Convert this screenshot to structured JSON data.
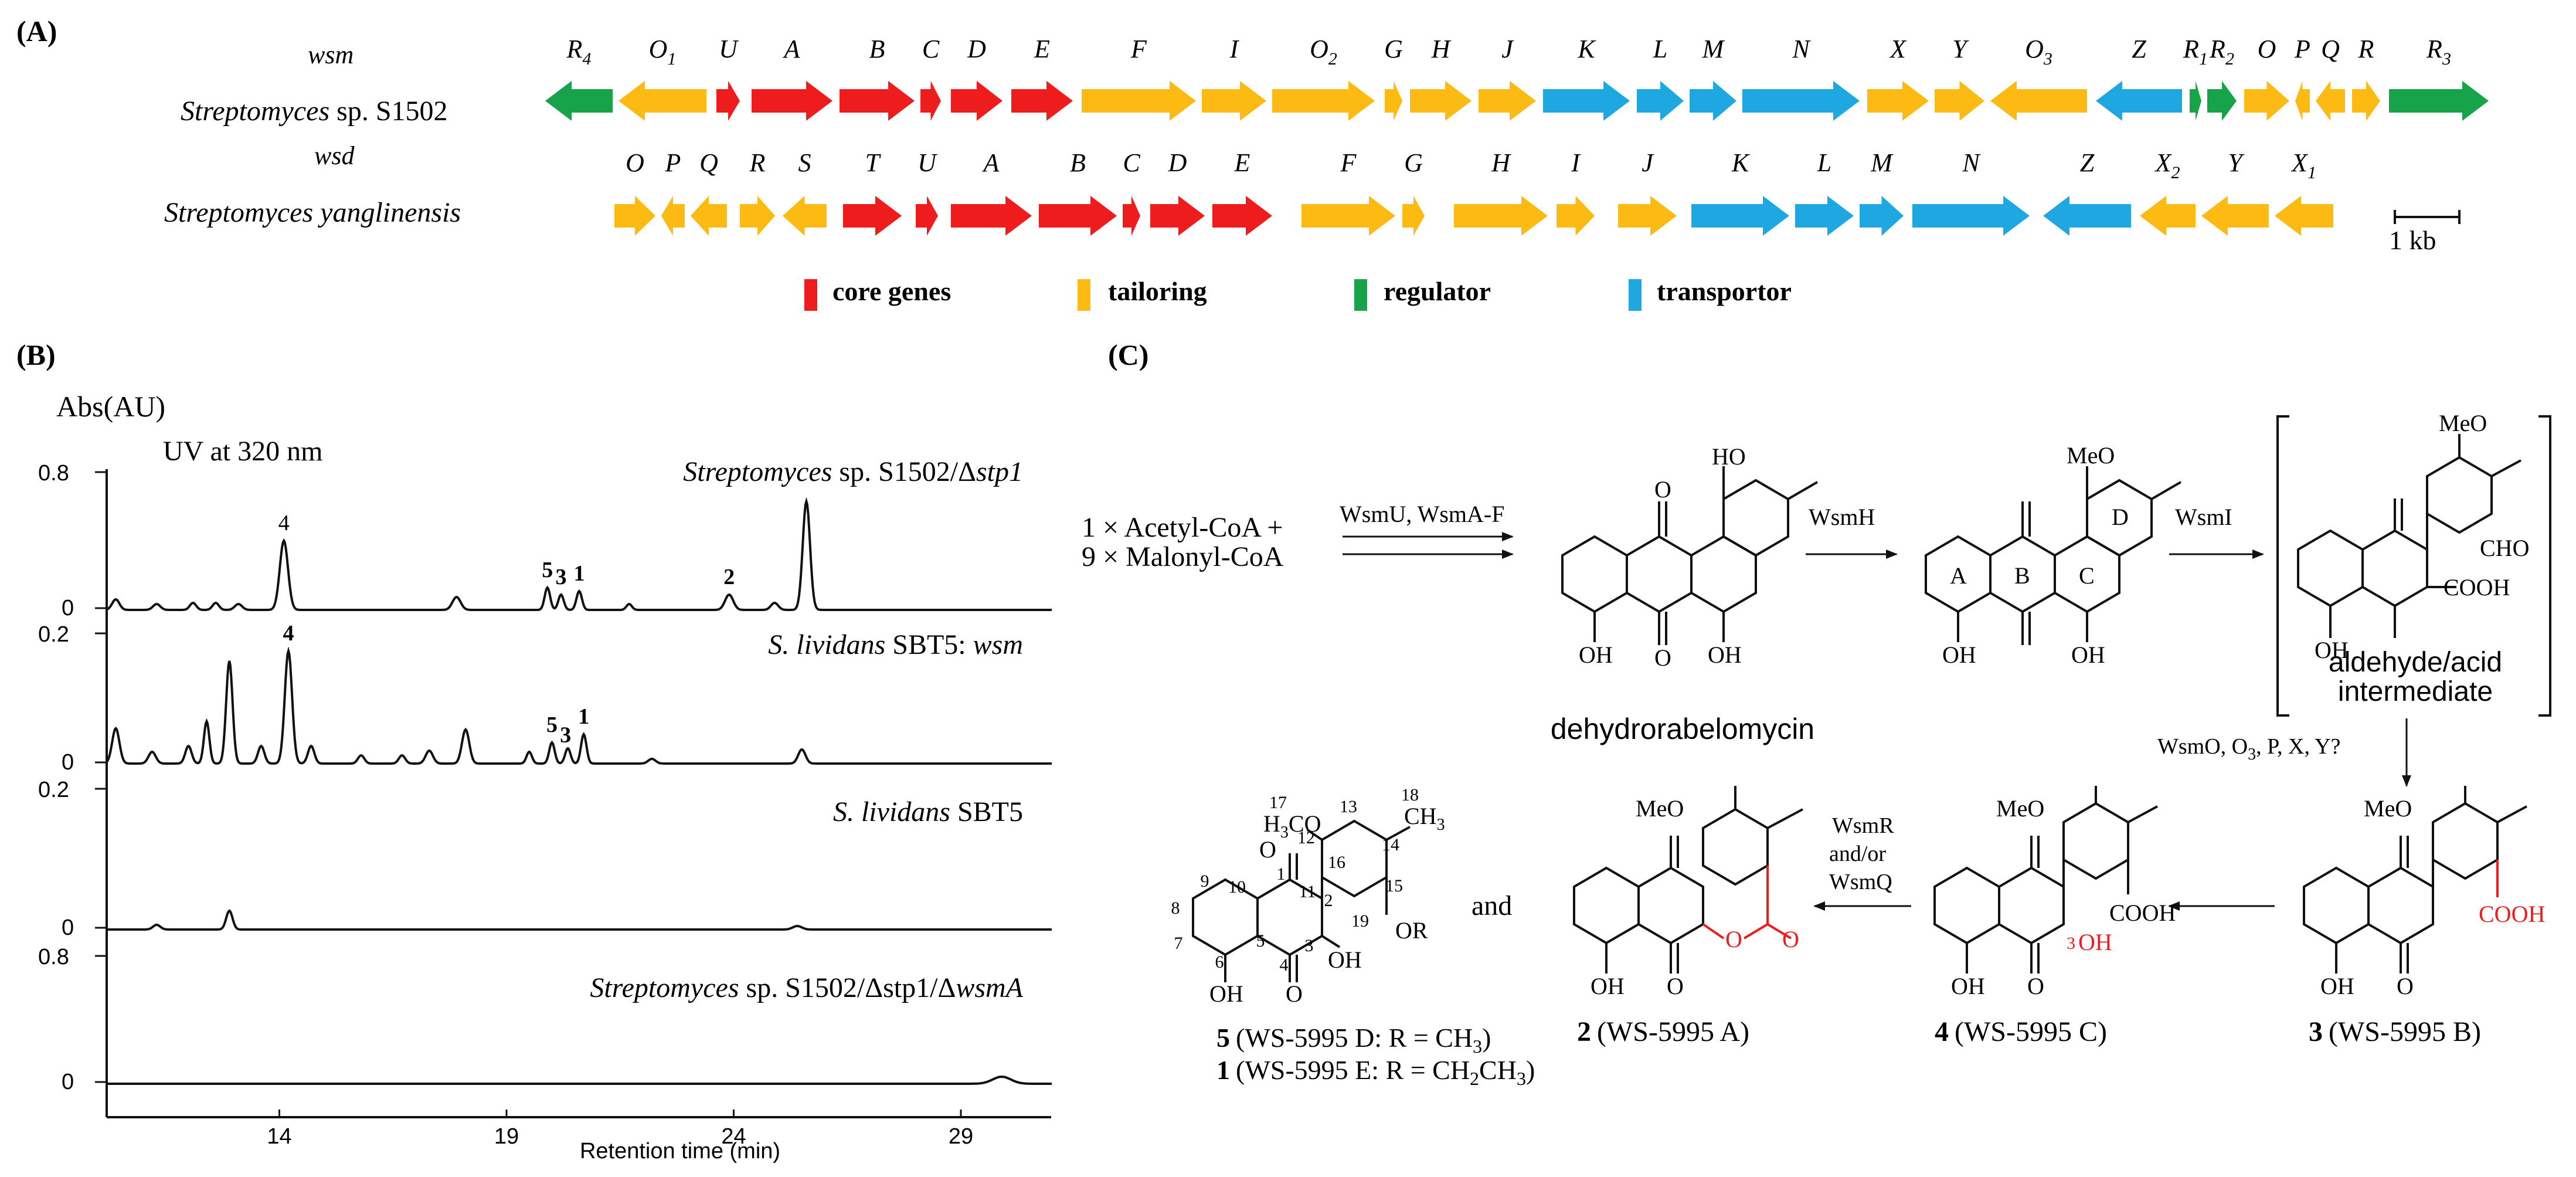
{
  "panel_labels": {
    "a": "(A)",
    "b": "(B)",
    "c": "(C)"
  },
  "colors": {
    "core": "#ee1c1c",
    "tailoring": "#fcba12",
    "regulator": "#16a34a",
    "transporter": "#1fa7e1"
  },
  "clusters": {
    "wsm": {
      "name": "wsm",
      "organism_prefix": "Streptomyces",
      "organism_suffix": "sp. S1502",
      "genes": [
        {
          "label": "R",
          "sub": "4",
          "type": "regulator",
          "dir": "left"
        },
        {
          "label": "O",
          "sub": "1",
          "type": "tailoring",
          "dir": "left"
        },
        {
          "label": "U",
          "sub": "",
          "type": "core",
          "dir": "right"
        },
        {
          "label": "A",
          "sub": "",
          "type": "core",
          "dir": "right"
        },
        {
          "label": "B",
          "sub": "",
          "type": "core",
          "dir": "right"
        },
        {
          "label": "C",
          "sub": "",
          "type": "core",
          "dir": "right"
        },
        {
          "label": "D",
          "sub": "",
          "type": "core",
          "dir": "right"
        },
        {
          "label": "E",
          "sub": "",
          "type": "core",
          "dir": "right"
        },
        {
          "label": "F",
          "sub": "",
          "type": "tailoring",
          "dir": "right"
        },
        {
          "label": "I",
          "sub": "",
          "type": "tailoring",
          "dir": "right"
        },
        {
          "label": "O",
          "sub": "2",
          "type": "tailoring",
          "dir": "right"
        },
        {
          "label": "G",
          "sub": "",
          "type": "tailoring",
          "dir": "right"
        },
        {
          "label": "H",
          "sub": "",
          "type": "tailoring",
          "dir": "right"
        },
        {
          "label": "J",
          "sub": "",
          "type": "tailoring",
          "dir": "right"
        },
        {
          "label": "K",
          "sub": "",
          "type": "transporter",
          "dir": "right"
        },
        {
          "label": "L",
          "sub": "",
          "type": "transporter",
          "dir": "right"
        },
        {
          "label": "M",
          "sub": "",
          "type": "transporter",
          "dir": "right"
        },
        {
          "label": "N",
          "sub": "",
          "type": "transporter",
          "dir": "right"
        },
        {
          "label": "X",
          "sub": "",
          "type": "tailoring",
          "dir": "right"
        },
        {
          "label": "Y",
          "sub": "",
          "type": "tailoring",
          "dir": "right"
        },
        {
          "label": "O",
          "sub": "3",
          "type": "tailoring",
          "dir": "left"
        },
        {
          "label": "Z",
          "sub": "",
          "type": "transporter",
          "dir": "left"
        },
        {
          "label": "R",
          "sub": "1",
          "type": "regulator",
          "dir": "right"
        },
        {
          "label": "R",
          "sub": "2",
          "type": "regulator",
          "dir": "right"
        },
        {
          "label": "O",
          "sub": "",
          "type": "tailoring",
          "dir": "right"
        },
        {
          "label": "P",
          "sub": "",
          "type": "tailoring",
          "dir": "left"
        },
        {
          "label": "Q",
          "sub": "",
          "type": "tailoring",
          "dir": "left"
        },
        {
          "label": "R",
          "sub": "",
          "type": "tailoring",
          "dir": "right"
        },
        {
          "label": "R",
          "sub": "3",
          "type": "regulator",
          "dir": "right"
        }
      ]
    },
    "wsd": {
      "name": "wsd",
      "organism": "Streptomyces yanglinensis",
      "genes": [
        {
          "label": "O",
          "sub": "",
          "type": "tailoring",
          "dir": "right"
        },
        {
          "label": "P",
          "sub": "",
          "type": "tailoring",
          "dir": "left"
        },
        {
          "label": "Q",
          "sub": "",
          "type": "tailoring",
          "dir": "left"
        },
        {
          "label": "R",
          "sub": "",
          "type": "tailoring",
          "dir": "right"
        },
        {
          "label": "S",
          "sub": "",
          "type": "tailoring",
          "dir": "left"
        },
        {
          "label": "T",
          "sub": "",
          "type": "core",
          "dir": "right"
        },
        {
          "label": "U",
          "sub": "",
          "type": "core",
          "dir": "right"
        },
        {
          "label": "A",
          "sub": "",
          "type": "core",
          "dir": "right"
        },
        {
          "label": "B",
          "sub": "",
          "type": "core",
          "dir": "right"
        },
        {
          "label": "C",
          "sub": "",
          "type": "core",
          "dir": "right"
        },
        {
          "label": "D",
          "sub": "",
          "type": "core",
          "dir": "right"
        },
        {
          "label": "E",
          "sub": "",
          "type": "core",
          "dir": "right"
        },
        {
          "label": "F",
          "sub": "",
          "type": "tailoring",
          "dir": "right"
        },
        {
          "label": "G",
          "sub": "",
          "type": "tailoring",
          "dir": "right"
        },
        {
          "label": "H",
          "sub": "",
          "type": "tailoring",
          "dir": "right"
        },
        {
          "label": "I",
          "sub": "",
          "type": "tailoring",
          "dir": "right"
        },
        {
          "label": "J",
          "sub": "",
          "type": "tailoring",
          "dir": "right"
        },
        {
          "label": "K",
          "sub": "",
          "type": "transporter",
          "dir": "right"
        },
        {
          "label": "L",
          "sub": "",
          "type": "transporter",
          "dir": "right"
        },
        {
          "label": "M",
          "sub": "",
          "type": "transporter",
          "dir": "right"
        },
        {
          "label": "N",
          "sub": "",
          "type": "transporter",
          "dir": "right"
        },
        {
          "label": "Z",
          "sub": "",
          "type": "transporter",
          "dir": "left"
        },
        {
          "label": "X",
          "sub": "2",
          "type": "tailoring",
          "dir": "left"
        },
        {
          "label": "Y",
          "sub": "",
          "type": "tailoring",
          "dir": "left"
        },
        {
          "label": "X",
          "sub": "1",
          "type": "tailoring",
          "dir": "left"
        }
      ]
    }
  },
  "scale_bar": "1 kb",
  "legend": [
    {
      "label": "core genes",
      "type": "core"
    },
    {
      "label": "tailoring",
      "type": "tailoring"
    },
    {
      "label": "regulator",
      "type": "regulator"
    },
    {
      "label": "transportor",
      "type": "transporter"
    }
  ],
  "hplc": {
    "y_title": "Abs(AU)",
    "uv_label": "UV at 320 nm",
    "x_title": "Retention time (min)",
    "x_ticks": [
      "14",
      "19",
      "24",
      "29"
    ],
    "traces": [
      {
        "sample_prefix": "Streptomyces",
        "sample_suffix": "sp. S1502/Δ",
        "sample_italic_tail": "stp1",
        "y_top": "0.8",
        "y_zero": "0",
        "peaks": [
          {
            "t": 14.1,
            "label": "4"
          },
          {
            "t": 19.9,
            "label": "5"
          },
          {
            "t": 20.2,
            "label": "3"
          },
          {
            "t": 20.6,
            "label": "1"
          },
          {
            "t": 23.9,
            "label": "2"
          }
        ]
      },
      {
        "sample_prefix": "S. lividans",
        "sample_suffix": "SBT5: ",
        "sample_italic_tail": "wsm",
        "y_top": "0.2",
        "y_zero": "0",
        "peaks": [
          {
            "t": 14.2,
            "label": "4"
          },
          {
            "t": 20.0,
            "label": "5"
          },
          {
            "t": 20.3,
            "label": "3"
          },
          {
            "t": 20.7,
            "label": "1"
          }
        ]
      },
      {
        "sample_prefix": "S. lividans",
        "sample_suffix": "SBT5",
        "sample_italic_tail": "",
        "y_top": "0.2",
        "y_zero": "0",
        "peaks": []
      },
      {
        "sample_prefix": "Streptomyces",
        "sample_suffix": "sp. S1502/Δstp1/Δ",
        "sample_italic_tail": "wsmA",
        "y_top": "0.8",
        "y_zero": "0",
        "peaks": []
      }
    ]
  },
  "pathway": {
    "start_line1": "1 × Acetyl-CoA +",
    "start_line2": "9 × Malonyl-CoA",
    "enzyme1": "WsmU, WsmA-F",
    "compound1": "dehydrorabelomycin",
    "enzyme2": "WsmH",
    "enzyme3": "WsmI",
    "intermediate_line1": "aldehyde/acid",
    "intermediate_line2": "intermediate",
    "enzyme4": "WsmO, O",
    "enzyme4_sub": "3",
    "enzyme4_tail": ", P, X, Y?",
    "enzyme5_line1": "WsmR",
    "enzyme5_line2": "and/or",
    "enzyme5_line3": "WsmQ",
    "and_text": "and",
    "ring_labels": [
      "A",
      "B",
      "C",
      "D"
    ],
    "groups": {
      "ho": "HO",
      "oh": "OH",
      "meo": "MeO",
      "cooh": "COOH",
      "cho": "CHO",
      "o": "O",
      "h3co": "H3CO",
      "ch3": "CH3",
      "or": "OR"
    },
    "compounds": [
      {
        "num": "3",
        "name": "(WS-5995 B)"
      },
      {
        "num": "4",
        "name": "(WS-5995 C)"
      },
      {
        "num": "2",
        "name": "(WS-5995 A)"
      },
      {
        "num": "5",
        "name": "(WS-5995 D: R = CH",
        "tail": ")",
        "sub": "3"
      },
      {
        "num": "1",
        "name": "(WS-5995 E: R = CH",
        "sub1": "2",
        "mid": "CH",
        "sub2": "3",
        "tail": ")"
      }
    ],
    "atom_numbers": [
      "1",
      "2",
      "3",
      "4",
      "5",
      "6",
      "7",
      "8",
      "9",
      "10",
      "11",
      "12",
      "13",
      "14",
      "15",
      "16",
      "17",
      "18",
      "19"
    ]
  }
}
